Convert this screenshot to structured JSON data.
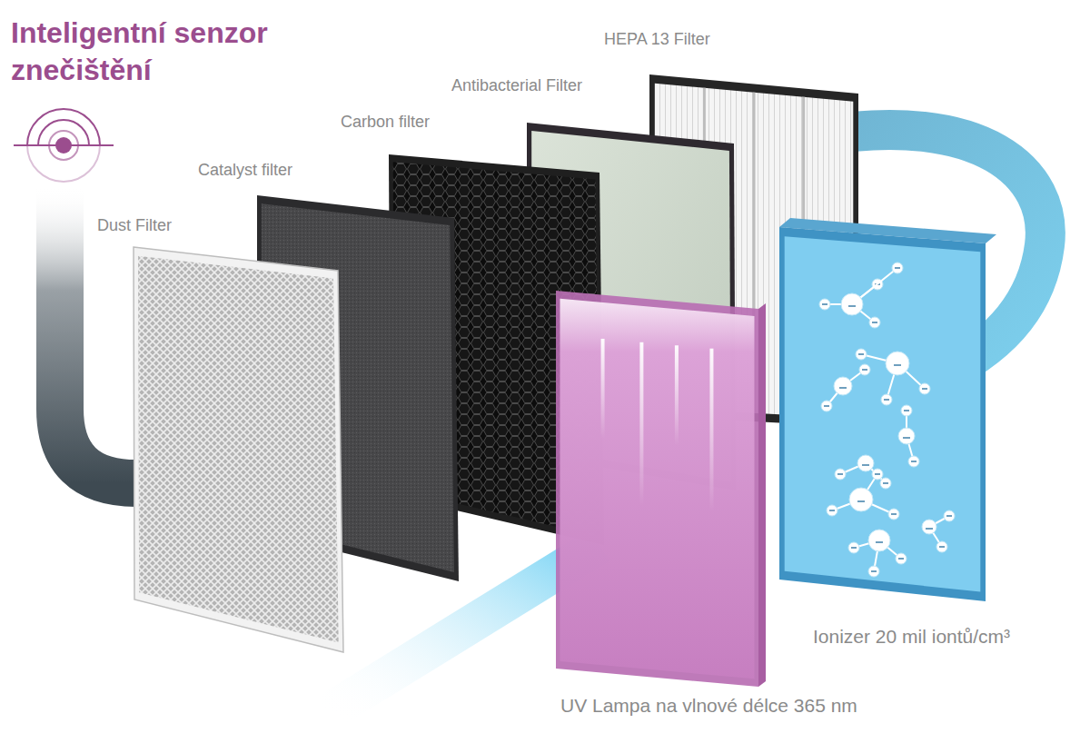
{
  "diagram": {
    "title": "Inteligentní senzor znečištění",
    "nodes": [
      {
        "text": [
          "Dust Filter"
        ]
      },
      {
        "text": [
          "Catalyst filter"
        ]
      },
      {
        "text": [
          "Carbon filter"
        ]
      },
      {
        "text": [
          "Antibacterial Filter"
        ]
      },
      {
        "text": [
          "HEPA 13 Filter"
        ]
      },
      {
        "text": [
          "UV Lampa na vlnové délce 365 nm"
        ]
      },
      {
        "text": [
          "Ionizer 20 mil iontů/cm³"
        ]
      }
    ]
  }
}
